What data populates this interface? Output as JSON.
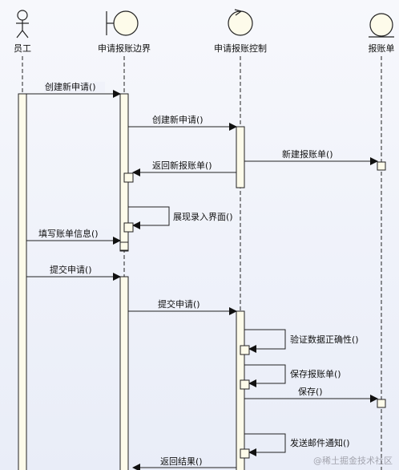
{
  "participants": {
    "actor": "员工",
    "boundary": "申请报账边界",
    "control": "申请报账控制",
    "entity": "报账单"
  },
  "messages": {
    "m1": "创建新申请()",
    "m2": "创建新申请()",
    "m3": "新建报账单()",
    "m4": "返回新报账单()",
    "m5": "展现录入界面()",
    "m6": "填写账单信息()",
    "m7": "提交申请()",
    "m8": "提交申请()",
    "m9": "验证数据正确性()",
    "m10": "保存报账单()",
    "m11": "保存()",
    "m12": "发送邮件通知()",
    "m13": "返回结果()"
  },
  "watermark": "@稀土掘金技术社区",
  "colors": {
    "background": "#eef1f9",
    "activation_fill": "#fdfbea",
    "line": "#222222"
  }
}
